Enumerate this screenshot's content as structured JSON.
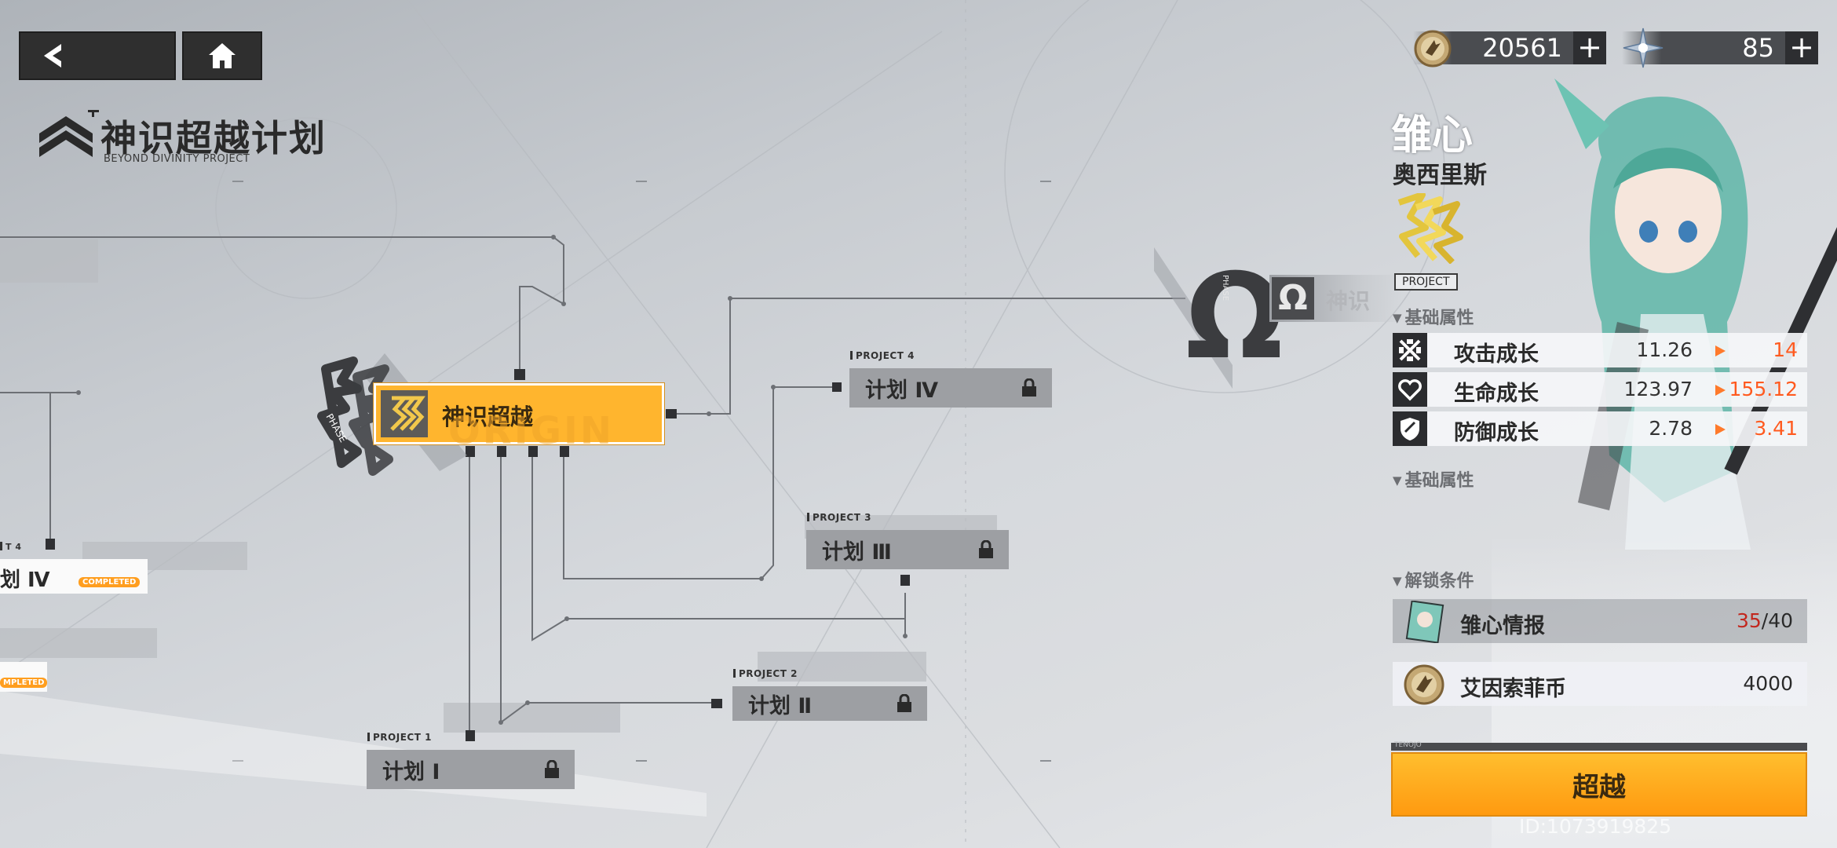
{
  "nav": {
    "back_icon": "back-arrow-icon",
    "home_icon": "home-icon"
  },
  "header": {
    "title": "神识超越计划",
    "subtitle": "BEYOND DIVINITY PROJECT"
  },
  "currency": {
    "coin_value": "20561",
    "crystal_value": "85",
    "plus": "+"
  },
  "tree": {
    "main_node": {
      "label": "神识超越",
      "watermark": "ORIGIN",
      "phase": "PHASE"
    },
    "omega_node": {
      "label": "神识",
      "phase": "PHASE",
      "omega": "Ω"
    },
    "projects": [
      {
        "tag": "PROJECT 1",
        "label": "计划 Ⅰ"
      },
      {
        "tag": "PROJECT 2",
        "label": "计划 Ⅱ"
      },
      {
        "tag": "PROJECT 3",
        "label": "计划 Ⅲ"
      },
      {
        "tag": "PROJECT 4",
        "label": "计划 Ⅳ"
      }
    ],
    "left_partial": {
      "tag": "T 4",
      "label": "划 Ⅳ",
      "completed": "COMPLETED",
      "completed2": "MPLETED"
    }
  },
  "character": {
    "name": "雏心",
    "frame": "奥西里斯",
    "badge": "PROJECT"
  },
  "sections": {
    "base1": "基础属性",
    "base2": "基础属性",
    "unlock": "解锁条件"
  },
  "stats": [
    {
      "name": "攻击成长",
      "current": "11.26",
      "next": "14",
      "icon": "attack-icon"
    },
    {
      "name": "生命成长",
      "current": "123.97",
      "next": "155.12",
      "icon": "heart-icon"
    },
    {
      "name": "防御成长",
      "current": "2.78",
      "next": "3.41",
      "icon": "shield-icon"
    }
  ],
  "requirements": [
    {
      "name": "雏心情报",
      "have": "35",
      "sep": "/",
      "need": "40"
    },
    {
      "name": "艾因索菲币",
      "amount": "4000"
    }
  ],
  "action": {
    "label": "超越",
    "tag": "TENOJO"
  },
  "footer": {
    "id_text": "ID:1073919825"
  },
  "colors": {
    "accent": "#ffb52e",
    "button": "#ffa81a",
    "warn": "#ff5a1f",
    "dark": "#2b2c2f"
  }
}
